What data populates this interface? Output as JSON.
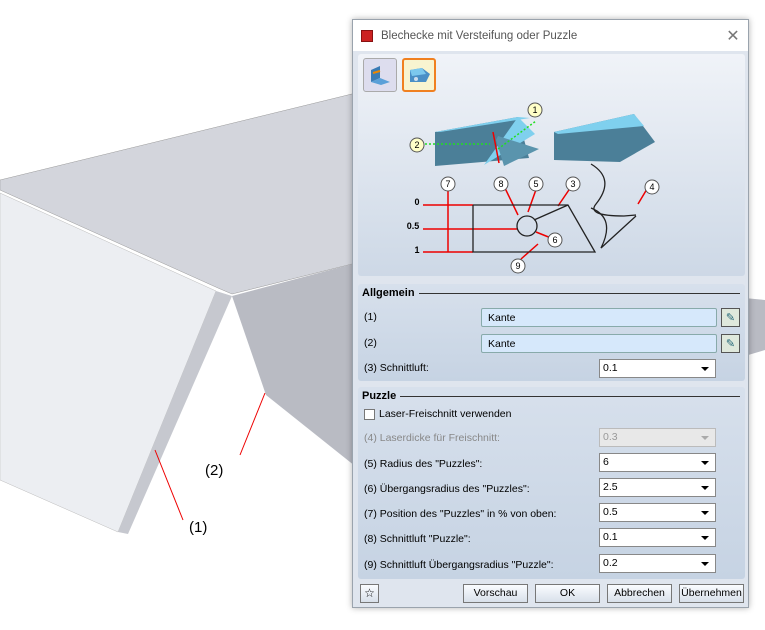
{
  "scene": {
    "callout1": "(1)",
    "callout2": "(2)"
  },
  "dialog": {
    "title": "Blechecke mit Versteifung oder Puzzle",
    "close_icon": "close-icon",
    "mode_buttons": [
      {
        "name": "stiffener-mode",
        "selected": false
      },
      {
        "name": "puzzle-mode",
        "selected": true
      }
    ],
    "diagram": {
      "callouts": [
        "1",
        "2",
        "3",
        "4",
        "5",
        "6",
        "7",
        "8",
        "9"
      ],
      "scale_labels": [
        "0",
        "0.5",
        "1"
      ]
    },
    "allgemein": {
      "heading": "Allgemein",
      "field1": {
        "label": "(1)",
        "value": "Kante"
      },
      "field2": {
        "label": "(2)",
        "value": "Kante"
      },
      "schnittluft": {
        "label": "(3) Schnittluft:",
        "value": "0.1"
      }
    },
    "puzzle": {
      "heading": "Puzzle",
      "laser_checkbox": {
        "label": "Laser-Freischnitt verwenden",
        "checked": false
      },
      "fields": [
        {
          "label": "(4) Laserdicke für Freischnitt:",
          "value": "0.3",
          "disabled": true
        },
        {
          "label": "(5) Radius des \"Puzzles\":",
          "value": "6"
        },
        {
          "label": "(6) Übergangsradius des \"Puzzles\":",
          "value": "2.5"
        },
        {
          "label": "(7) Position des \"Puzzles\" in % von oben:",
          "value": "0.5"
        },
        {
          "label": "(8) Schnittluft \"Puzzle\":",
          "value": "0.1"
        },
        {
          "label": "(9) Schnittluft Übergangsradius \"Puzzle\":",
          "value": "0.2"
        }
      ]
    },
    "footer": {
      "favorite_icon": "star-icon",
      "preview": "Vorschau",
      "ok": "OK",
      "cancel": "Abbrechen",
      "apply": "Übernehmen"
    }
  }
}
